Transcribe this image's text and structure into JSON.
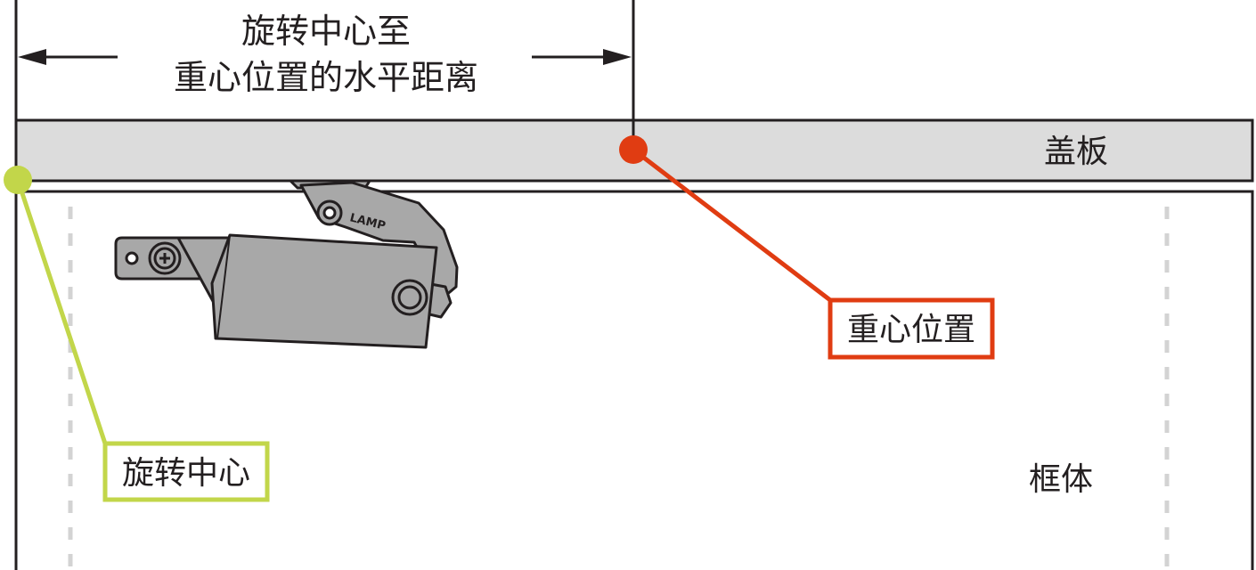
{
  "dimension": {
    "line1": "旋转中心至",
    "line2": "重心位置的水平距离"
  },
  "labels": {
    "cover_plate": "盖板",
    "frame": "框体",
    "center_of_gravity": "重心位置",
    "rotation_center": "旋转中心"
  },
  "device": {
    "brand_mark": "LAMP"
  },
  "colors": {
    "cover_plate_fill": "#dcdcdc",
    "outline": "#231f20",
    "center_of_gravity": "#e03c12",
    "rotation_center": "#c2d64a",
    "device_body": "#a8a8a8",
    "dashed_line": "#d3d3d3"
  }
}
